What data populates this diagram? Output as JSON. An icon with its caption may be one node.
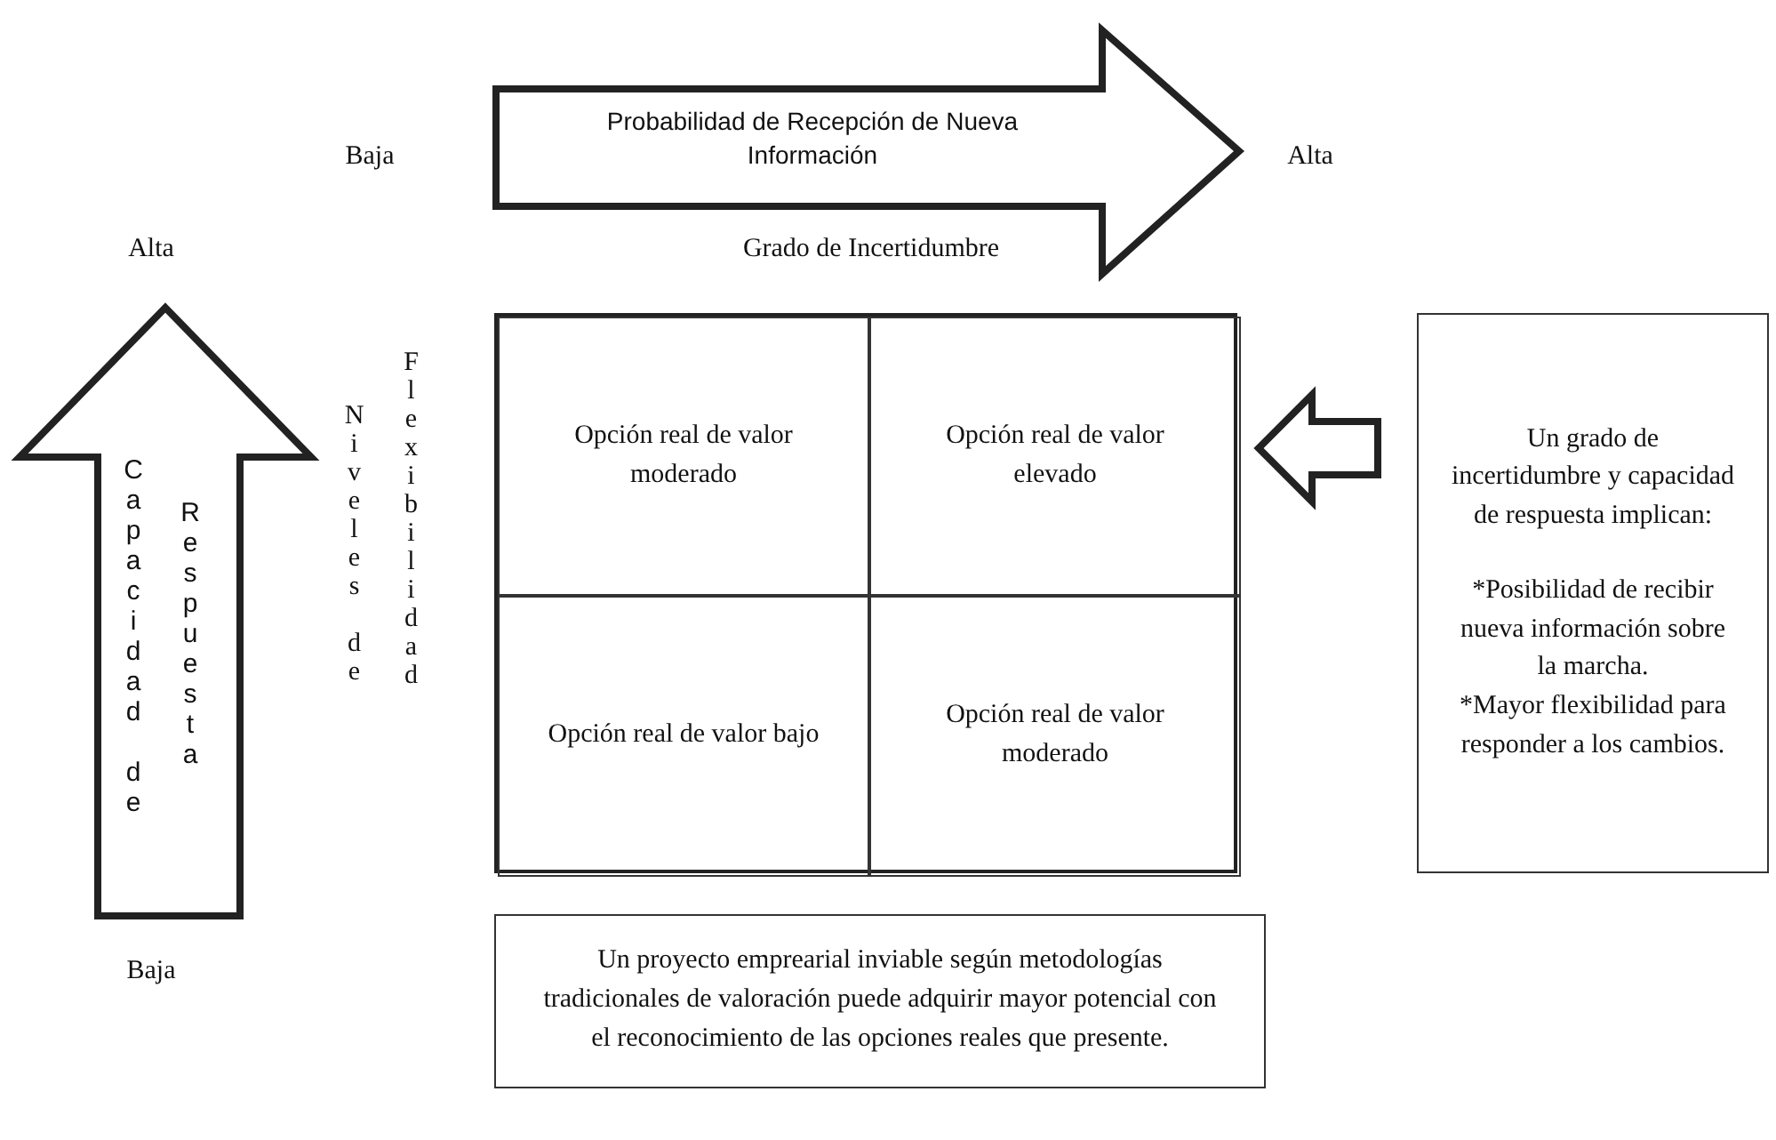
{
  "diagram": {
    "nodes": [
      {
        "text": [
          "Probabilidad de Recepción de Nueva Información"
        ]
      },
      {
        "text": [
          "Capacidad de",
          "Respuesta"
        ]
      },
      {
        "text": [],
        "shape": "box"
      },
      {
        "text": [
          "Opción real de valor moderado"
        ],
        "in": 2
      },
      {
        "text": [
          "Opción real de valor elevado"
        ],
        "in": 2
      },
      {
        "text": [
          "Opción real de valor bajo"
        ],
        "in": 2
      },
      {
        "text": [
          "Opción real de valor moderado"
        ],
        "in": 2
      },
      {
        "text": [
          "Un grado de incertidumbre y capacidad de respuesta implican:",
          "*Posibilidad de recibir nueva información sobre la marcha.",
          "*Mayor flexibilidad para responder a los cambios."
        ]
      },
      {
        "text": [
          "Un proyecto emprearial inviable según metodologías tradicionales de valoración puede adquirir mayor potencial con el reconocimiento de las opciones reales que presente."
        ]
      }
    ],
    "edges": [
      {
        "from": 7,
        "to": 2,
        "arrow": "to",
        "style": "thick"
      }
    ],
    "labels": [
      "Baja",
      "Alta",
      "Grado de Incertidumbre",
      "Alta",
      "Niveles de",
      "Flexibilidad",
      "Baja"
    ]
  }
}
